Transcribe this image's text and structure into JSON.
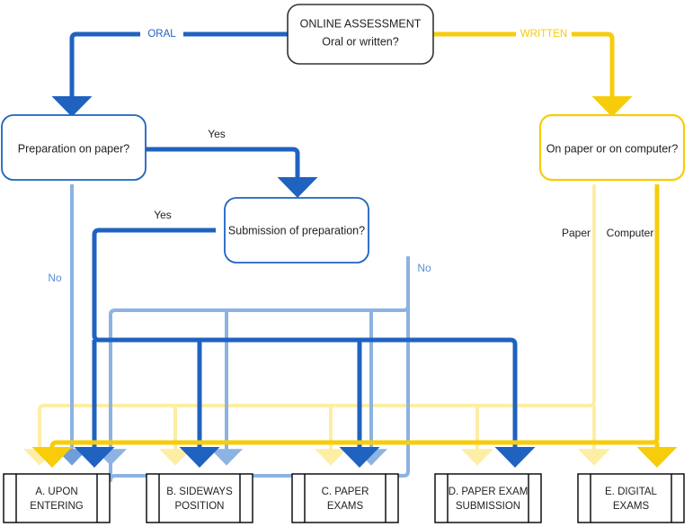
{
  "diagram": {
    "title": "Online assessment decision flowchart",
    "colors": {
      "blue_dark": "#1f62c0",
      "blue_light": "#8cb3e2",
      "yellow_dark": "#f7cc0a",
      "yellow_light": "#fdeea5",
      "node_border_dark": "#333333",
      "text": "#222222"
    },
    "nodes": [
      {
        "id": "start",
        "name": "online-assessment-node",
        "shape": "rounded-rect",
        "border": "#333333",
        "line1": "ONLINE ASSESSMENT",
        "line2": "Oral or written?"
      },
      {
        "id": "prep",
        "name": "preparation-on-paper-node",
        "shape": "rounded-rect",
        "border": "#1f62c0",
        "line1": "Preparation on paper?",
        "line2": ""
      },
      {
        "id": "submission",
        "name": "submission-of-preparation-node",
        "shape": "rounded-rect",
        "border": "#1f62c0",
        "line1": "Submission of preparation?",
        "line2": ""
      },
      {
        "id": "medium",
        "name": "on-paper-or-on-computer-node",
        "shape": "rounded-rect",
        "border": "#f7cc0a",
        "line1": "On paper or on computer?",
        "line2": ""
      }
    ],
    "edge_labels": [
      {
        "id": "oral",
        "name": "edge-label-oral",
        "text": "ORAL",
        "color": "#1f62c0"
      },
      {
        "id": "written",
        "name": "edge-label-written",
        "text": "WRITTEN",
        "color": "#f7cc0a"
      },
      {
        "id": "yes-prep",
        "name": "edge-label-yes-prep",
        "text": "Yes",
        "color": "#222222"
      },
      {
        "id": "no-prep",
        "name": "edge-label-no-prep",
        "text": "No",
        "color": "#5b8fd4"
      },
      {
        "id": "yes-sub",
        "name": "edge-label-yes-sub",
        "text": "Yes",
        "color": "#222222"
      },
      {
        "id": "no-sub",
        "name": "edge-label-no-sub",
        "text": "No",
        "color": "#5b8fd4"
      },
      {
        "id": "paper",
        "name": "edge-label-paper",
        "text": "Paper",
        "color": "#222222"
      },
      {
        "id": "computer",
        "name": "edge-label-computer",
        "text": "Computer",
        "color": "#222222"
      }
    ],
    "terminals": [
      {
        "id": "a",
        "name": "terminal-a-upon-entering",
        "line1": "A. UPON",
        "line2": "ENTERING"
      },
      {
        "id": "b",
        "name": "terminal-b-sideways-position",
        "line1": "B. SIDEWAYS",
        "line2": "POSITION"
      },
      {
        "id": "c",
        "name": "terminal-c-paper-exams",
        "line1": "C. PAPER",
        "line2": "EXAMS"
      },
      {
        "id": "d",
        "name": "terminal-d-paper-exam-submission",
        "line1": "D. PAPER EXAM",
        "line2": "SUBMISSION"
      },
      {
        "id": "e",
        "name": "terminal-e-digital-exams",
        "line1": "E. DIGITAL",
        "line2": "EXAMS"
      }
    ]
  }
}
